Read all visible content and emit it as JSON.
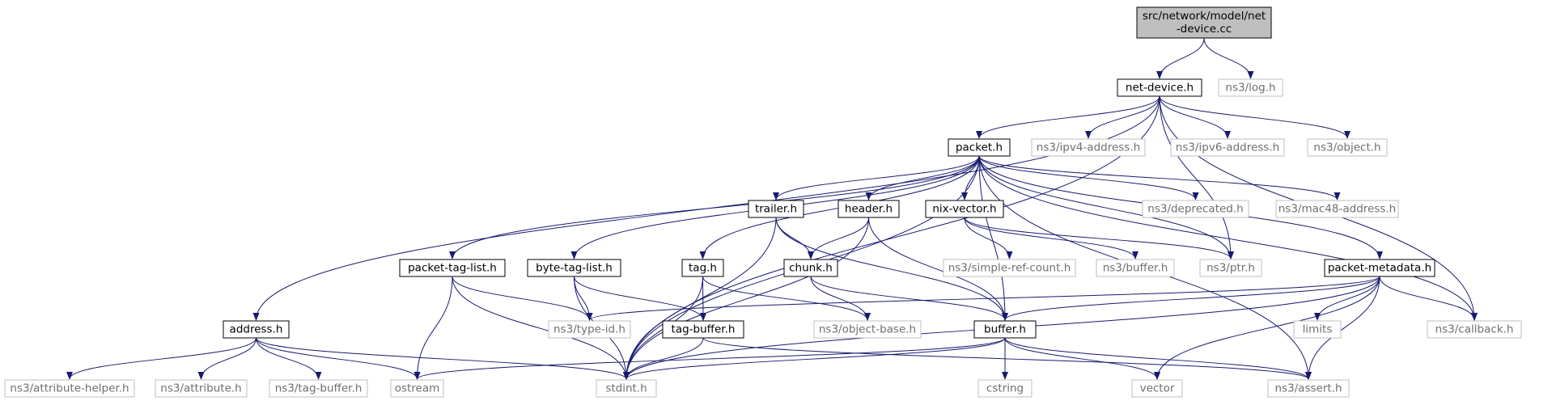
{
  "colors": {
    "edge": "#191970",
    "local_border": "#000000",
    "external_border": "#bfbfbf",
    "external_text": "#6f6f6f",
    "root_fill": "#bfbfbf"
  },
  "nodes": {
    "root": {
      "lines": [
        "src/network/model/net",
        "-device.cc"
      ],
      "kind": "root"
    },
    "net_device_h": {
      "lines": [
        "net-device.h"
      ],
      "kind": "local"
    },
    "ns3_log_h": {
      "lines": [
        "ns3/log.h"
      ],
      "kind": "external"
    },
    "packet_h": {
      "lines": [
        "packet.h"
      ],
      "kind": "local"
    },
    "ns3_ipv4_address_h": {
      "lines": [
        "ns3/ipv4-address.h"
      ],
      "kind": "external"
    },
    "ns3_ipv6_address_h": {
      "lines": [
        "ns3/ipv6-address.h"
      ],
      "kind": "external"
    },
    "ns3_object_h": {
      "lines": [
        "ns3/object.h"
      ],
      "kind": "external"
    },
    "address_h": {
      "lines": [
        "address.h"
      ],
      "kind": "local"
    },
    "trailer_h": {
      "lines": [
        "trailer.h"
      ],
      "kind": "local"
    },
    "header_h": {
      "lines": [
        "header.h"
      ],
      "kind": "local"
    },
    "nix_vector_h": {
      "lines": [
        "nix-vector.h"
      ],
      "kind": "local"
    },
    "ns3_deprecated_h": {
      "lines": [
        "ns3/deprecated.h"
      ],
      "kind": "external"
    },
    "ns3_mac48_address_h": {
      "lines": [
        "ns3/mac48-address.h"
      ],
      "kind": "external"
    },
    "packet_tag_list_h": {
      "lines": [
        "packet-tag-list.h"
      ],
      "kind": "local"
    },
    "byte_tag_list_h": {
      "lines": [
        "byte-tag-list.h"
      ],
      "kind": "local"
    },
    "tag_h": {
      "lines": [
        "tag.h"
      ],
      "kind": "local"
    },
    "chunk_h": {
      "lines": [
        "chunk.h"
      ],
      "kind": "local"
    },
    "ns3_simple_ref_count_h": {
      "lines": [
        "ns3/simple-ref-count.h"
      ],
      "kind": "external"
    },
    "ns3_buffer_h": {
      "lines": [
        "ns3/buffer.h"
      ],
      "kind": "external"
    },
    "ns3_ptr_h": {
      "lines": [
        "ns3/ptr.h"
      ],
      "kind": "external"
    },
    "packet_metadata_h": {
      "lines": [
        "packet-metadata.h"
      ],
      "kind": "local"
    },
    "ns3_type_id_h": {
      "lines": [
        "ns3/type-id.h"
      ],
      "kind": "external"
    },
    "tag_buffer_h": {
      "lines": [
        "tag-buffer.h"
      ],
      "kind": "local"
    },
    "ns3_object_base_h": {
      "lines": [
        "ns3/object-base.h"
      ],
      "kind": "external"
    },
    "buffer_h": {
      "lines": [
        "buffer.h"
      ],
      "kind": "local"
    },
    "limits": {
      "lines": [
        "limits"
      ],
      "kind": "external"
    },
    "ns3_callback_h": {
      "lines": [
        "ns3/callback.h"
      ],
      "kind": "external"
    },
    "ns3_attribute_helper_h": {
      "lines": [
        "ns3/attribute-helper.h"
      ],
      "kind": "external"
    },
    "ns3_attribute_h": {
      "lines": [
        "ns3/attribute.h"
      ],
      "kind": "external"
    },
    "ns3_tag_buffer_h": {
      "lines": [
        "ns3/tag-buffer.h"
      ],
      "kind": "external"
    },
    "ostream": {
      "lines": [
        "ostream"
      ],
      "kind": "external"
    },
    "stdint_h": {
      "lines": [
        "stdint.h"
      ],
      "kind": "external"
    },
    "cstring": {
      "lines": [
        "cstring"
      ],
      "kind": "external"
    },
    "vector": {
      "lines": [
        "vector"
      ],
      "kind": "external"
    },
    "ns3_assert_h": {
      "lines": [
        "ns3/assert.h"
      ],
      "kind": "external"
    }
  },
  "edges": [
    {
      "from": "root",
      "to": "net_device_h"
    },
    {
      "from": "root",
      "to": "ns3_log_h"
    },
    {
      "from": "net_device_h",
      "to": "packet_h"
    },
    {
      "from": "net_device_h",
      "to": "ns3_ipv4_address_h"
    },
    {
      "from": "net_device_h",
      "to": "ns3_ipv6_address_h"
    },
    {
      "from": "net_device_h",
      "to": "ns3_object_h"
    },
    {
      "from": "net_device_h",
      "to": "address_h"
    },
    {
      "from": "net_device_h",
      "to": "stdint_h"
    },
    {
      "from": "net_device_h",
      "to": "ns3_ptr_h"
    },
    {
      "from": "net_device_h",
      "to": "ns3_callback_h"
    },
    {
      "from": "packet_h",
      "to": "trailer_h"
    },
    {
      "from": "packet_h",
      "to": "header_h"
    },
    {
      "from": "packet_h",
      "to": "nix_vector_h"
    },
    {
      "from": "packet_h",
      "to": "ns3_deprecated_h"
    },
    {
      "from": "packet_h",
      "to": "ns3_mac48_address_h"
    },
    {
      "from": "packet_h",
      "to": "packet_tag_list_h"
    },
    {
      "from": "packet_h",
      "to": "byte_tag_list_h"
    },
    {
      "from": "packet_h",
      "to": "tag_h"
    },
    {
      "from": "packet_h",
      "to": "ns3_ptr_h"
    },
    {
      "from": "packet_h",
      "to": "packet_metadata_h"
    },
    {
      "from": "packet_h",
      "to": "buffer_h"
    },
    {
      "from": "packet_h",
      "to": "ns3_callback_h"
    },
    {
      "from": "packet_h",
      "to": "ns3_assert_h"
    },
    {
      "from": "packet_h",
      "to": "stdint_h"
    },
    {
      "from": "trailer_h",
      "to": "chunk_h"
    },
    {
      "from": "trailer_h",
      "to": "buffer_h"
    },
    {
      "from": "trailer_h",
      "to": "stdint_h"
    },
    {
      "from": "header_h",
      "to": "chunk_h"
    },
    {
      "from": "header_h",
      "to": "buffer_h"
    },
    {
      "from": "header_h",
      "to": "stdint_h"
    },
    {
      "from": "nix_vector_h",
      "to": "ns3_simple_ref_count_h"
    },
    {
      "from": "nix_vector_h",
      "to": "ns3_buffer_h"
    },
    {
      "from": "nix_vector_h",
      "to": "ns3_ptr_h"
    },
    {
      "from": "chunk_h",
      "to": "ns3_object_base_h"
    },
    {
      "from": "chunk_h",
      "to": "buffer_h"
    },
    {
      "from": "packet_tag_list_h",
      "to": "ns3_type_id_h"
    },
    {
      "from": "packet_tag_list_h",
      "to": "ostream"
    },
    {
      "from": "packet_tag_list_h",
      "to": "stdint_h"
    },
    {
      "from": "byte_tag_list_h",
      "to": "ns3_type_id_h"
    },
    {
      "from": "byte_tag_list_h",
      "to": "tag_buffer_h"
    },
    {
      "from": "byte_tag_list_h",
      "to": "stdint_h"
    },
    {
      "from": "tag_h",
      "to": "tag_buffer_h"
    },
    {
      "from": "tag_h",
      "to": "ns3_object_base_h"
    },
    {
      "from": "tag_h",
      "to": "stdint_h"
    },
    {
      "from": "tag_buffer_h",
      "to": "stdint_h"
    },
    {
      "from": "tag_buffer_h",
      "to": "ns3_assert_h"
    },
    {
      "from": "packet_metadata_h",
      "to": "ns3_type_id_h"
    },
    {
      "from": "packet_metadata_h",
      "to": "buffer_h"
    },
    {
      "from": "packet_metadata_h",
      "to": "limits"
    },
    {
      "from": "packet_metadata_h",
      "to": "ns3_callback_h"
    },
    {
      "from": "packet_metadata_h",
      "to": "ns3_assert_h"
    },
    {
      "from": "packet_metadata_h",
      "to": "vector"
    },
    {
      "from": "packet_metadata_h",
      "to": "stdint_h"
    },
    {
      "from": "buffer_h",
      "to": "stdint_h"
    },
    {
      "from": "buffer_h",
      "to": "ostream"
    },
    {
      "from": "buffer_h",
      "to": "cstring"
    },
    {
      "from": "buffer_h",
      "to": "vector"
    },
    {
      "from": "buffer_h",
      "to": "ns3_assert_h"
    },
    {
      "from": "address_h",
      "to": "ns3_attribute_helper_h"
    },
    {
      "from": "address_h",
      "to": "ns3_attribute_h"
    },
    {
      "from": "address_h",
      "to": "ns3_tag_buffer_h"
    },
    {
      "from": "address_h",
      "to": "ostream"
    },
    {
      "from": "address_h",
      "to": "stdint_h"
    }
  ]
}
